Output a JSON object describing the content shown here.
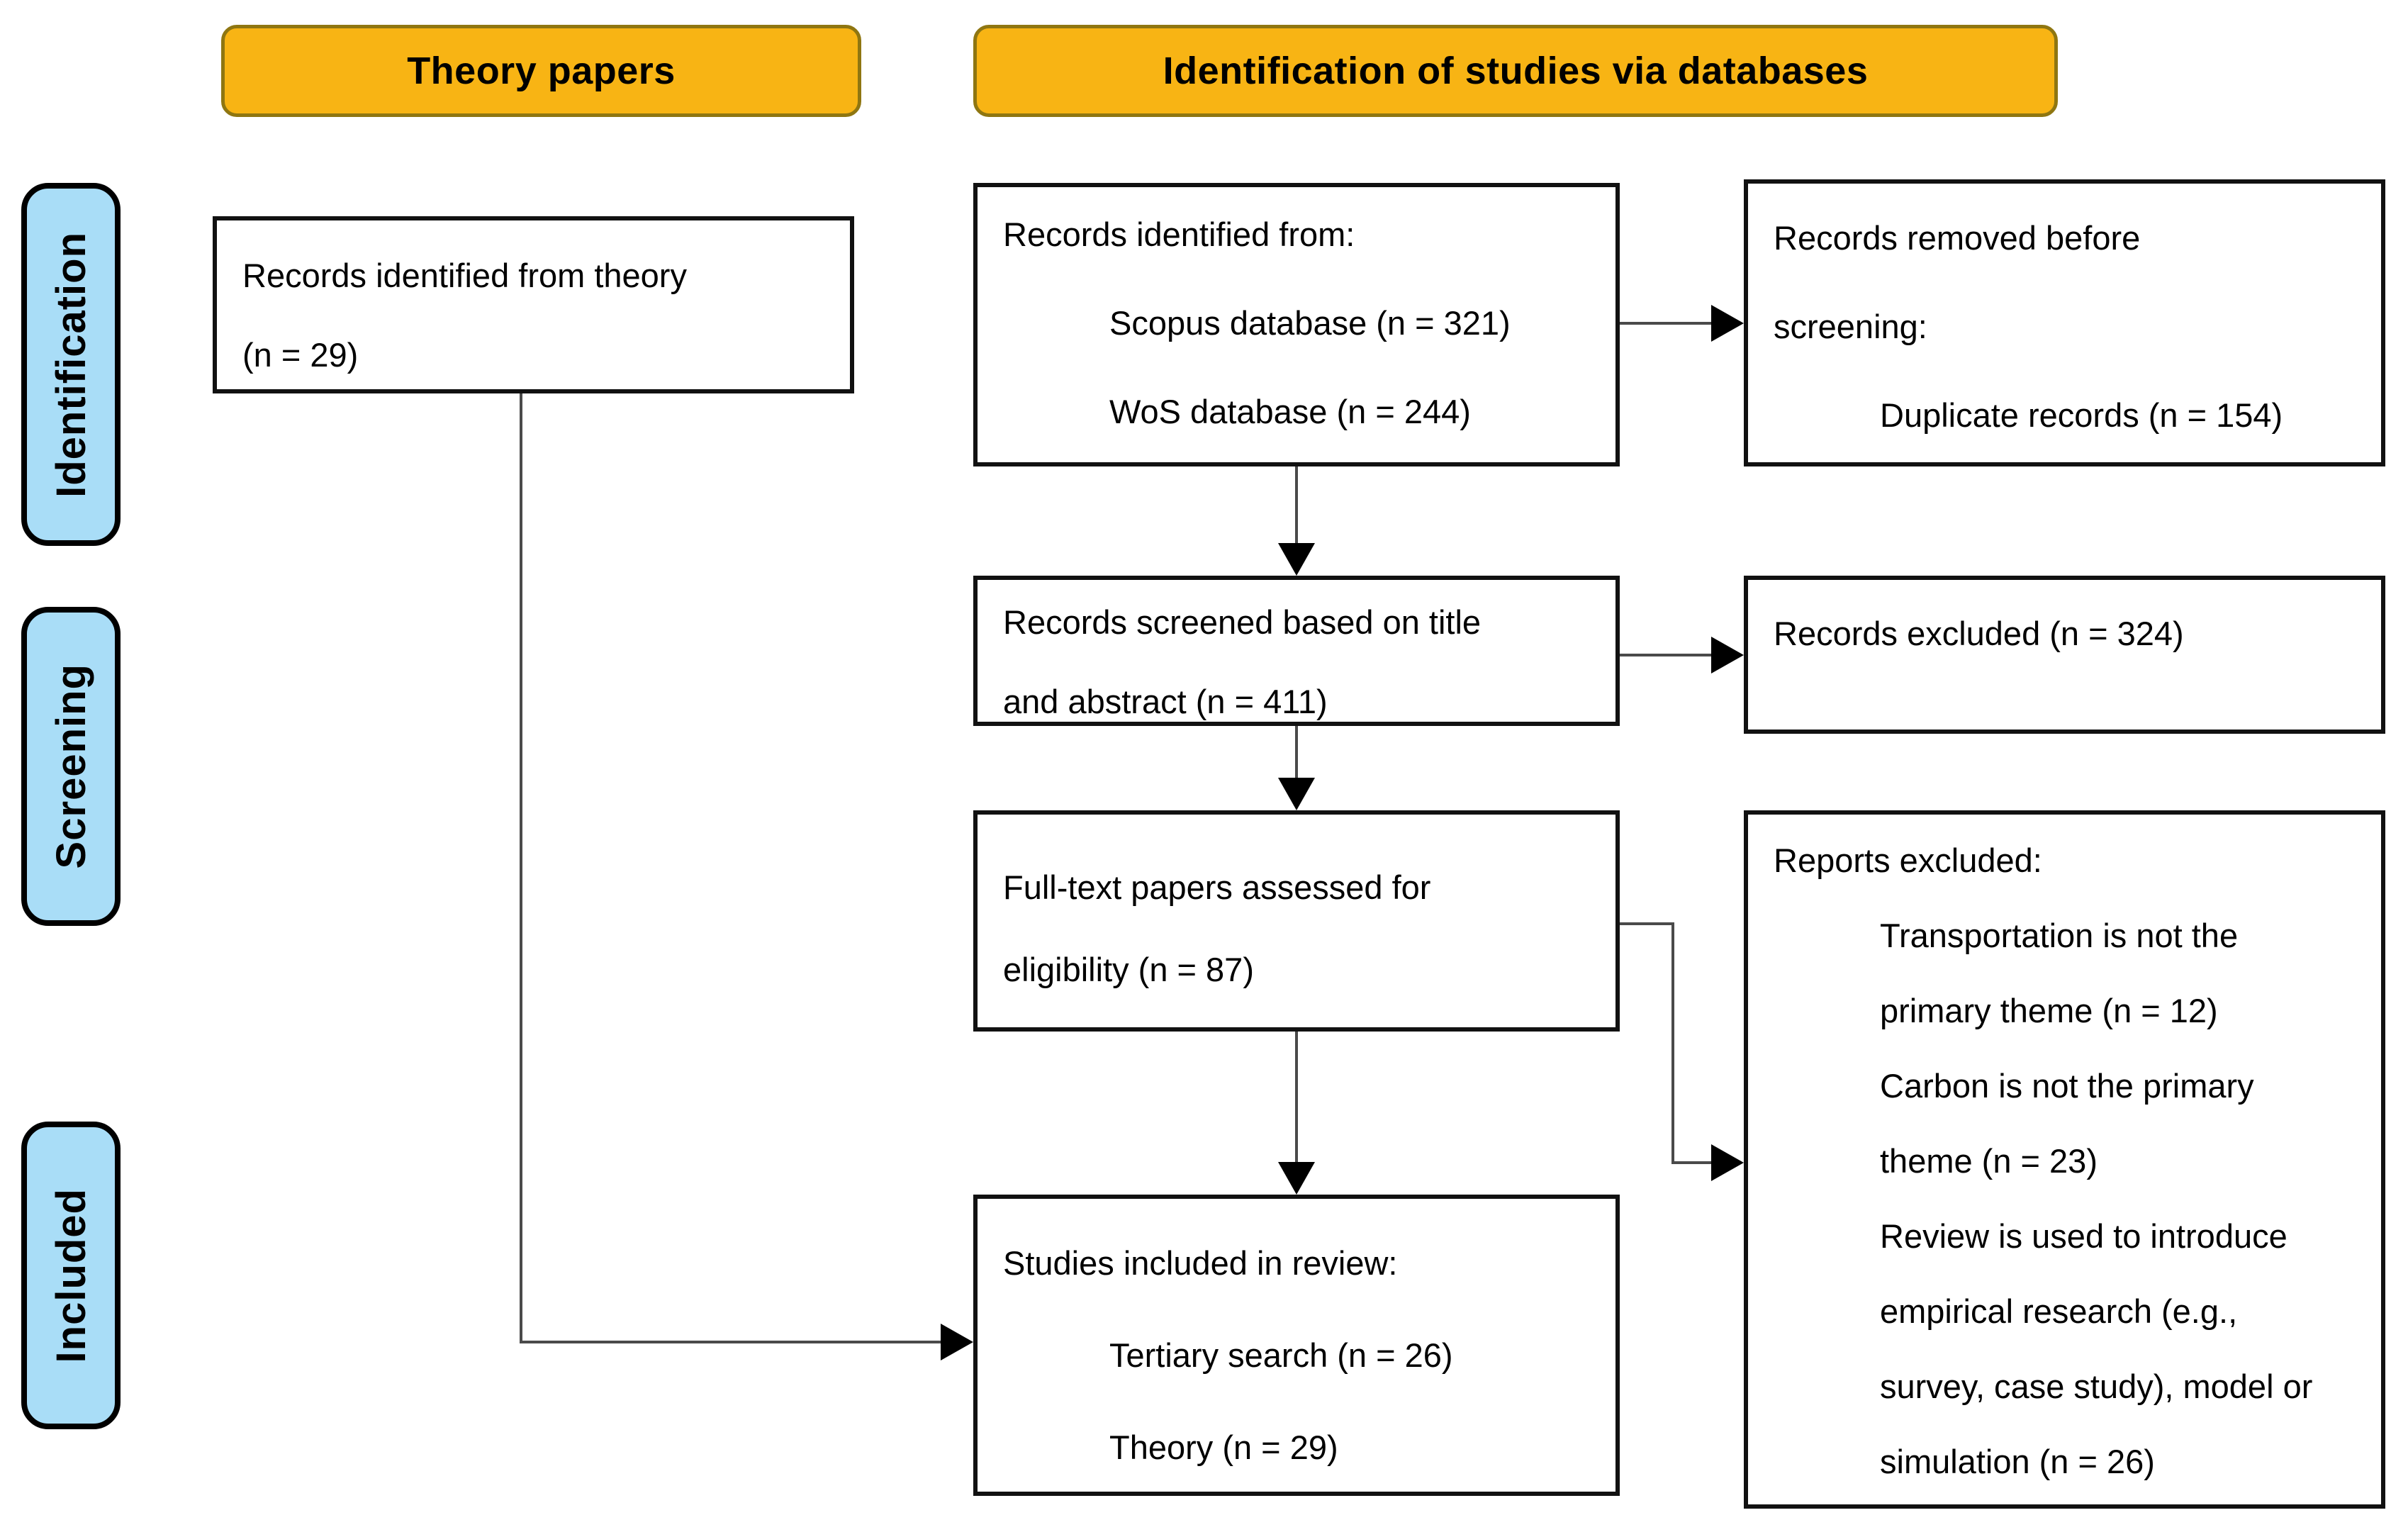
{
  "title": "PRISMA-style study selection flow diagram",
  "colors": {
    "header_fill": "#F8B414",
    "header_border": "#8F7611",
    "stage_fill": "#A9DDF7",
    "stage_border": "#000000",
    "box_border": "#111111",
    "arrow": "#4a4a4a"
  },
  "headers": {
    "theory": "Theory papers",
    "databases": "Identification of studies via databases"
  },
  "stages": {
    "identification": "Identification",
    "screening": "Screening",
    "included": "Included"
  },
  "boxes": {
    "theory_records": {
      "lines": [
        "Records identified from theory",
        "(n = 29)"
      ]
    },
    "records_identified": {
      "lines": [
        "Records identified from:",
        "Scopus database (n = 321)",
        "WoS database (n = 244)"
      ]
    },
    "records_removed": {
      "lines": [
        "Records removed before",
        "screening:",
        "Duplicate records (n = 154)"
      ]
    },
    "records_screened": {
      "lines": [
        "Records screened based on title",
        "and abstract (n = 411)"
      ]
    },
    "records_excluded": {
      "lines": [
        "Records excluded (n = 324)"
      ]
    },
    "fulltext_assessed": {
      "lines": [
        "Full-text papers assessed for",
        "eligibility (n = 87)"
      ]
    },
    "reports_excluded": {
      "lines": [
        "Reports excluded:",
        "Transportation is not the",
        "primary theme (n = 12)",
        "Carbon is not the primary",
        "theme (n = 23)",
        "Review is used to introduce",
        "empirical research (e.g.,",
        "survey, case study), model or",
        "simulation (n = 26)"
      ]
    },
    "studies_included": {
      "lines": [
        "Studies included in review:",
        "Tertiary search (n = 26)",
        "Theory (n = 29)"
      ]
    }
  }
}
